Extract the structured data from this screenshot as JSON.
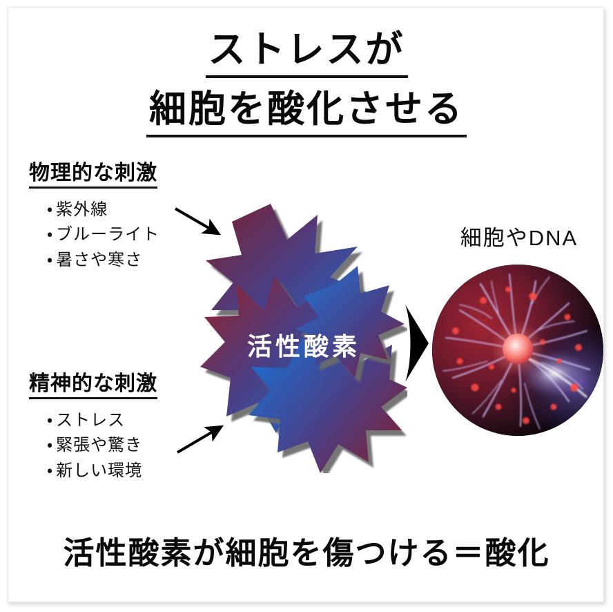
{
  "title": {
    "line1": "ストレスが",
    "line2": "細胞を酸化させる"
  },
  "groups": {
    "physical": {
      "heading": "物理的な刺激",
      "items": [
        "紫外線",
        "ブルーライト",
        "暑さや寒さ"
      ]
    },
    "mental": {
      "heading": "精神的な刺激",
      "items": [
        "ストレス",
        "緊張や驚き",
        "新しい環境"
      ]
    }
  },
  "center": {
    "burst_label": "活性酸素"
  },
  "right": {
    "caption": "細胞やDNA"
  },
  "footer": {
    "caption": "活性酸素が細胞を傷つける＝酸化"
  },
  "bullet_marker": "・",
  "colors": {
    "text": "#0a0a0a",
    "highlight": "#fbf186",
    "burst_red": "#7d2236",
    "burst_blue": "#1b6fd0",
    "arrow": "#000000",
    "card_border": "#e7e7e7"
  },
  "icons": {
    "arrow_physical": "arrow-down-right-icon",
    "arrow_mental": "arrow-up-right-icon",
    "arrow_result": "arrow-right-solid-icon",
    "cell_image": "neuron-plasma-circle-image"
  }
}
